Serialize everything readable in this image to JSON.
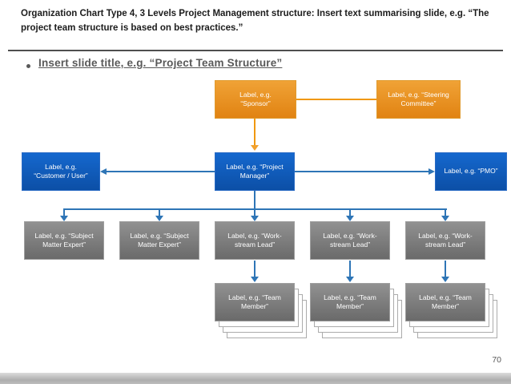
{
  "slide": {
    "header": "Organization Chart Type 4, 3 Levels Project Management structure: Insert text summarising slide, e.g. “The project team structure is based on best practices.”",
    "bullet_title": "Insert slide title, e.g. “Project Team Structure”",
    "page_number": "70"
  },
  "org_chart": {
    "type": "org-chart",
    "levels": 3,
    "nodes": {
      "sponsor": {
        "label": "Label, e.g.\n“Sponsor”",
        "style": "orange",
        "row": 1
      },
      "steering": {
        "label": "Label, e.g. “Steering\nCommittee”",
        "style": "orange",
        "row": 1
      },
      "customer": {
        "label": "Label, e.g.\n“Customer / User”",
        "style": "blue",
        "row": 2
      },
      "project_manager": {
        "label": "Label, e.g. “Project\nManager”",
        "style": "blue",
        "row": 2
      },
      "pmo": {
        "label": "Label, e.g. “PMO”",
        "style": "blue",
        "row": 2
      },
      "sme1": {
        "label": "Label, e.g. “Subject\nMatter Expert”",
        "style": "gray",
        "row": 3
      },
      "sme2": {
        "label": "Label, e.g. “Subject\nMatter Expert”",
        "style": "gray",
        "row": 3
      },
      "ws_lead1": {
        "label": "Label, e.g. “Work-\nstream Lead”",
        "style": "gray",
        "row": 3
      },
      "ws_lead2": {
        "label": "Label, e.g. “Work-\nstream Lead”",
        "style": "gray",
        "row": 3
      },
      "ws_lead3": {
        "label": "Label, e.g. “Work-\nstream Lead”",
        "style": "gray",
        "row": 3
      },
      "team1": {
        "label": "Label, e.g. “Team\nMember”",
        "style": "gray-stack",
        "row": 4
      },
      "team2": {
        "label": "Label, e.g. “Team\nMember”",
        "style": "gray-stack",
        "row": 4
      },
      "team3": {
        "label": "Label, e.g. “Team\nMember”",
        "style": "gray-stack",
        "row": 4
      }
    },
    "edges": [
      {
        "from": "sponsor",
        "to": "steering",
        "type": "line",
        "color": "orange"
      },
      {
        "from": "sponsor",
        "to": "project_manager",
        "type": "arrow",
        "color": "orange"
      },
      {
        "from": "project_manager",
        "to": "customer",
        "type": "arrow",
        "color": "blue"
      },
      {
        "from": "project_manager",
        "to": "pmo",
        "type": "arrow",
        "color": "blue"
      },
      {
        "from": "project_manager",
        "to": "sme1",
        "type": "arrow",
        "color": "blue"
      },
      {
        "from": "project_manager",
        "to": "sme2",
        "type": "arrow",
        "color": "blue"
      },
      {
        "from": "project_manager",
        "to": "ws_lead1",
        "type": "arrow",
        "color": "blue"
      },
      {
        "from": "project_manager",
        "to": "ws_lead2",
        "type": "arrow",
        "color": "blue"
      },
      {
        "from": "project_manager",
        "to": "ws_lead3",
        "type": "arrow",
        "color": "blue"
      },
      {
        "from": "ws_lead1",
        "to": "team1",
        "type": "arrow",
        "color": "blue"
      },
      {
        "from": "ws_lead2",
        "to": "team2",
        "type": "arrow",
        "color": "blue"
      },
      {
        "from": "ws_lead3",
        "to": "team3",
        "type": "arrow",
        "color": "blue"
      }
    ]
  },
  "colors": {
    "orange_box": "#E8890F",
    "blue_box": "#0F57B4",
    "gray_box": "#7A7A7A",
    "connector_blue": "#2E75B6",
    "connector_orange": "#F0A030",
    "box_text": "#FFFFFF",
    "title_gray": "#595959",
    "header_text": "#1C1C1C"
  }
}
